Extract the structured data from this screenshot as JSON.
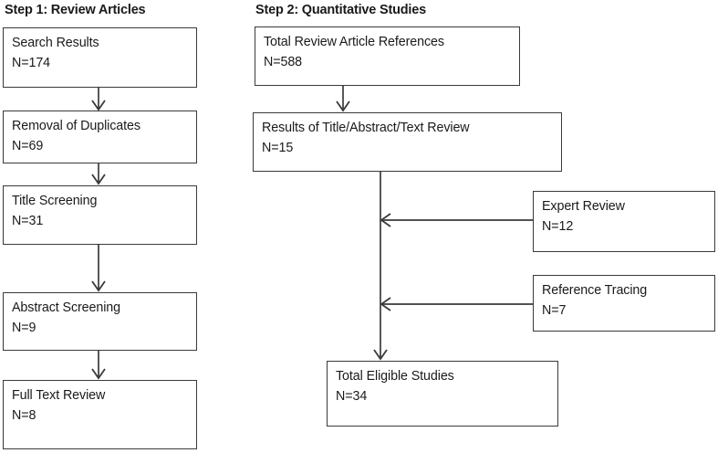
{
  "figure": {
    "type": "flowchart",
    "title_step1": "Step 1: Review Articles",
    "title_step2": "Step 2: Quantitative Studies"
  },
  "step1": {
    "heading": "Step 1: Review Articles",
    "nodes": [
      {
        "label": "Search Results",
        "count": "N=174"
      },
      {
        "label": "Removal of Duplicates",
        "count": "N=69"
      },
      {
        "label": "Title Screening",
        "count": "N=31"
      },
      {
        "label": "Abstract Screening",
        "count": "N=9"
      },
      {
        "label": "Full Text Review",
        "count": "N=8"
      }
    ]
  },
  "step2": {
    "heading": "Step 2: Quantitative Studies",
    "nodes": [
      {
        "label": "Total Review Article References",
        "count": "N=588"
      },
      {
        "label": "Results of Title/Abstract/Text Review",
        "count": "N=15"
      },
      {
        "label": "Expert Review",
        "count": "N=12"
      },
      {
        "label": "Reference Tracing",
        "count": "N=7"
      },
      {
        "label": "Total Eligible Studies",
        "count": "N=34"
      }
    ]
  },
  "connectors": {
    "arrow_down_icon": "arrow-down-icon",
    "arrow_left_icon": "arrow-left-icon"
  },
  "colors": {
    "stroke": "#3a3a3a",
    "text": "#1a1a1a",
    "background": "#ffffff"
  }
}
